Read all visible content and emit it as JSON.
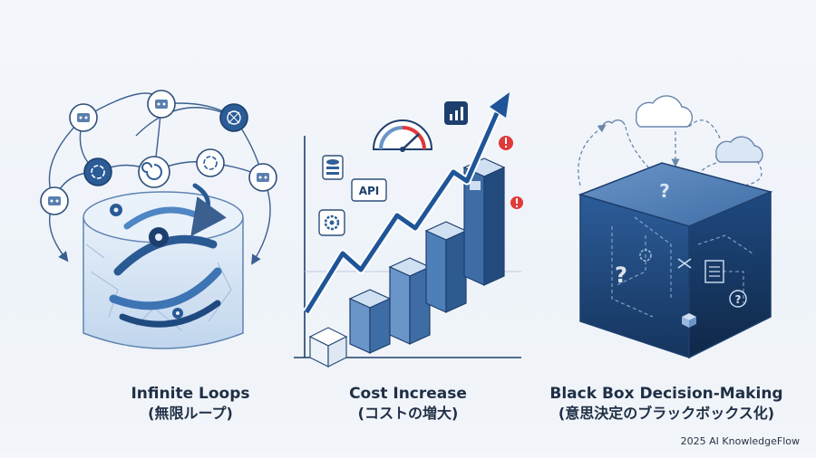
{
  "panels": [
    {
      "title": "Infinite Loops",
      "subtitle": "(無限ループ)"
    },
    {
      "title": "Cost Increase",
      "subtitle": "(コストの増大)",
      "api_label": "API"
    },
    {
      "title": "Black Box Decision-Making",
      "subtitle": "(意思決定のブラックボックス化)"
    }
  ],
  "footer": "2025 AI KnowledgeFlow",
  "colors": {
    "navy": "#1e3f6e",
    "blue": "#2f67a8",
    "light_blue": "#cfe0f3",
    "alert_red": "#e03a3a"
  }
}
